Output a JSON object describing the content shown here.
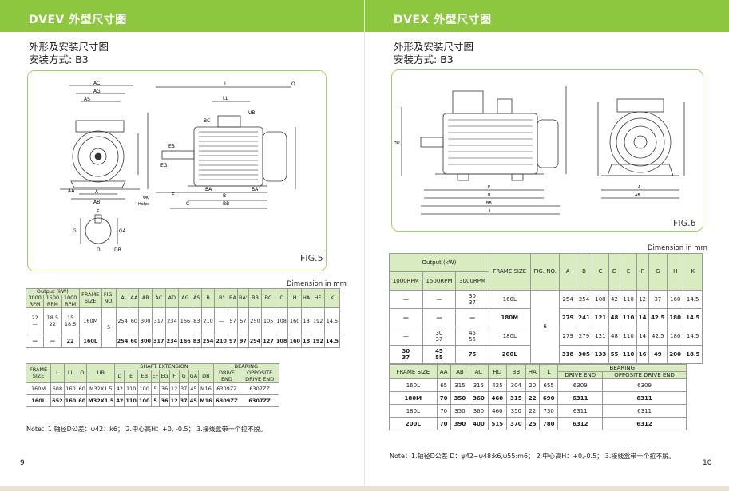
{
  "left": {
    "header": "DVEV 外型尺寸图",
    "subtitle1": "外形及安装尺寸图",
    "subtitle2": "安装方式: B3",
    "fig_label": "FIG.5",
    "dim_unit": "Dimension in mm",
    "table1": {
      "top": [
        "Output (kW)",
        "FRAME SIZE",
        "FIG. NO.",
        "A",
        "AA",
        "AB",
        "AC",
        "AD",
        "AG",
        "AS",
        "B",
        "B'",
        "BA",
        "BA'",
        "BB",
        "BC",
        "C",
        "H",
        "HA",
        "HE",
        "K"
      ],
      "rpm": [
        "3000 RPM",
        "1500 RPM",
        "1000 RPM"
      ],
      "rows": [
        {
          "r1": "22\n—",
          "r2": "18.5\n22",
          "r3": "15\n18.5",
          "frame": "160M",
          "fig": "5",
          "vals": [
            "254",
            "60",
            "300",
            "317",
            "234",
            "166",
            "83",
            "210",
            "—",
            "57",
            "57",
            "250",
            "105",
            "108",
            "160",
            "18",
            "192",
            "14.5"
          ],
          "bold": false
        },
        {
          "r1": "—",
          "r2": "—",
          "r3": "22",
          "frame": "160L",
          "fig": "",
          "vals": [
            "254",
            "60",
            "300",
            "317",
            "234",
            "166",
            "83",
            "254",
            "210",
            "97",
            "97",
            "294",
            "127",
            "108",
            "160",
            "18",
            "192",
            "14.5"
          ],
          "bold": true
        }
      ]
    },
    "table2": {
      "h_frame": "FRAME SIZE",
      "h_l": "L",
      "h_ll": "LL",
      "h_o": "O",
      "h_ub": "UB",
      "h_shaft": "SHAFT EXTENSION",
      "h_bearing": "BEARING",
      "shaft": [
        "D",
        "E",
        "EB",
        "EF",
        "EG",
        "F",
        "G",
        "GA",
        "DB"
      ],
      "bearing": [
        "DRIVE END",
        "OPPOSITE DRIVE END"
      ],
      "rows": [
        [
          "160M",
          "608",
          "160",
          "60",
          "M32X1.5",
          "42",
          "110",
          "100",
          "5",
          "36",
          "12",
          "37",
          "45",
          "M16",
          "6309ZZ",
          "6307ZZ"
        ],
        [
          "160L",
          "652",
          "160",
          "60",
          "M32X1.5",
          "42",
          "110",
          "100",
          "5",
          "36",
          "12",
          "37",
          "45",
          "M16",
          "6309ZZ",
          "6307ZZ"
        ]
      ]
    },
    "note": "Note：1.轴径D公差：ψ42：k6；          2.中心高H：+0, -0.5；          3.接线盒带一个拉不脱。",
    "page": "9"
  },
  "right": {
    "header": "DVEX 外型尺寸图",
    "subtitle1": "外形及安装尺寸图",
    "subtitle2": "安装方式: B3",
    "fig_label": "FIG.6",
    "dim_unit": "Dimension  in  mm",
    "table1": {
      "top": [
        "Output (kW)",
        "FRAME SIZE",
        "FIG. NO.",
        "A",
        "B",
        "C",
        "D",
        "E",
        "F",
        "G",
        "H",
        "K"
      ],
      "rpm": [
        "1000RPM",
        "1500RPM",
        "3000RPM"
      ],
      "fig": "6",
      "rows": [
        {
          "r1": "—",
          "r2": "—",
          "r3": "30\n37",
          "frame": "160L",
          "vals": [
            "254",
            "254",
            "108",
            "42",
            "110",
            "12",
            "37",
            "160",
            "14.5"
          ],
          "bold": false
        },
        {
          "r1": "—",
          "r2": "—",
          "r3": "—",
          "frame": "180M",
          "vals": [
            "279",
            "241",
            "121",
            "48",
            "110",
            "14",
            "42.5",
            "180",
            "14.5"
          ],
          "bold": true
        },
        {
          "r1": "—",
          "r2": "30\n37",
          "r3": "45\n55",
          "frame": "180L",
          "vals": [
            "279",
            "279",
            "121",
            "48",
            "110",
            "14",
            "42.5",
            "180",
            "14.5"
          ],
          "bold": false
        },
        {
          "r1": "30\n37",
          "r2": "45\n55",
          "r3": "75",
          "frame": "200L",
          "vals": [
            "318",
            "305",
            "133",
            "55",
            "110",
            "16",
            "49",
            "200",
            "18.5"
          ],
          "bold": true
        }
      ]
    },
    "table2": {
      "h_frame": "FRAME SIZE",
      "h": [
        "AA",
        "AB",
        "AC",
        "HD",
        "BB",
        "HA",
        "L"
      ],
      "h_bearing": "BEARING",
      "bearing": [
        "DRIVE END",
        "OPPOSITE DRIVE END"
      ],
      "rows": [
        {
          "v": [
            "160L",
            "65",
            "315",
            "315",
            "425",
            "304",
            "20",
            "655",
            "6309",
            "6309"
          ],
          "bold": false
        },
        {
          "v": [
            "180M",
            "70",
            "350",
            "360",
            "460",
            "315",
            "22",
            "690",
            "6311",
            "6311"
          ],
          "bold": true
        },
        {
          "v": [
            "180L",
            "70",
            "350",
            "360",
            "460",
            "350",
            "22",
            "730",
            "6311",
            "6311"
          ],
          "bold": false
        },
        {
          "v": [
            "200L",
            "70",
            "390",
            "400",
            "515",
            "370",
            "25",
            "780",
            "6312",
            "6312"
          ],
          "bold": true
        }
      ]
    },
    "note": "Note：1.轴径D公差  D：ψ42~ψ48:k6,ψ55:m6；      2.中心高H：+0,-0.5；      3.接线盒带一个拉不脱。",
    "page": "10"
  },
  "colors": {
    "accent": "#8dc63f",
    "frame_border": "#a6d26e",
    "table_head": "#d9ecc1"
  }
}
